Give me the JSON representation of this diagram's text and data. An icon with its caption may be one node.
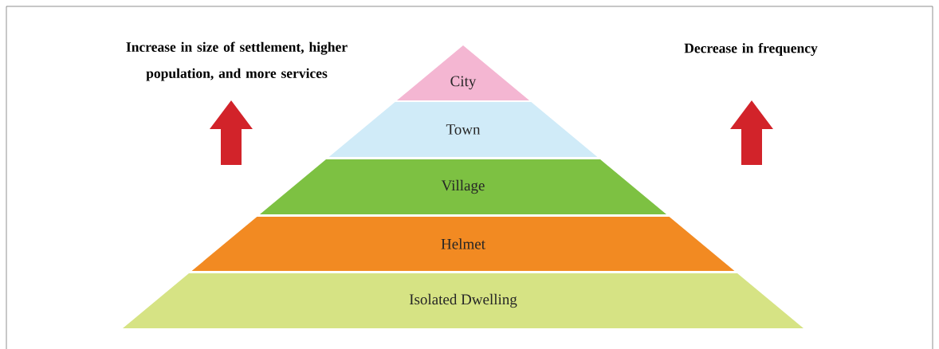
{
  "diagram": {
    "nodes": [
      {
        "text": [
          "City"
        ]
      },
      {
        "text": [
          "Town"
        ]
      },
      {
        "text": [
          "Village"
        ]
      },
      {
        "text": [
          "Helmet"
        ]
      },
      {
        "text": [
          "Isolated Dwelling"
        ]
      }
    ],
    "labels": [
      "Increase in size of settlement, higher population, and more services",
      "Decrease in frequency"
    ]
  }
}
